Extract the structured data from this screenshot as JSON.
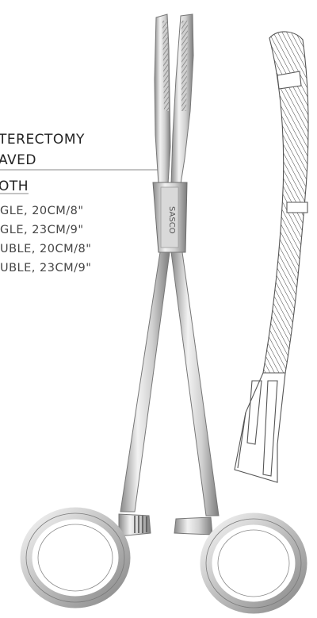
{
  "product": {
    "title_line1": "TERECTOMY",
    "title_line2": "AVED",
    "tooth_label": "OTH",
    "brand_engraving": "SASCO",
    "sizes": [
      "GLE, 20CM/8\"",
      "GLE, 23CM/9\"",
      "UBLE, 20CM/8\"",
      "UBLE, 23CM/9\""
    ]
  },
  "colors": {
    "steel_light": "#e6e6e6",
    "steel_mid": "#b8b8b8",
    "steel_dark": "#7a7a7a",
    "line_art": "#555555",
    "text": "#444444"
  },
  "icons": {
    "instrument": "forceps-photo",
    "detail": "jaw-detail-line-drawing"
  }
}
